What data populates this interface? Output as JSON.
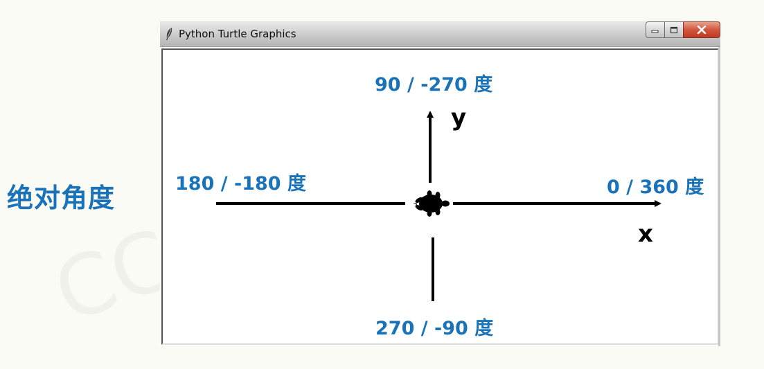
{
  "side_label": "绝对角度",
  "window": {
    "title": "Python Turtle Graphics",
    "icon": "feather-icon",
    "controls": [
      "minimize-icon",
      "maximize-icon",
      "close-icon"
    ]
  },
  "canvas": {
    "labels": {
      "top": "90 / -270 度",
      "left": "180 / -180 度",
      "right": "0 / 360 度",
      "bottom": "270 / -90 度"
    },
    "axis_letters": {
      "y": "y",
      "x": "x"
    },
    "turtle": "turtle-icon"
  },
  "colors": {
    "label_blue": "#1a73b8",
    "axis": "#000000"
  }
}
